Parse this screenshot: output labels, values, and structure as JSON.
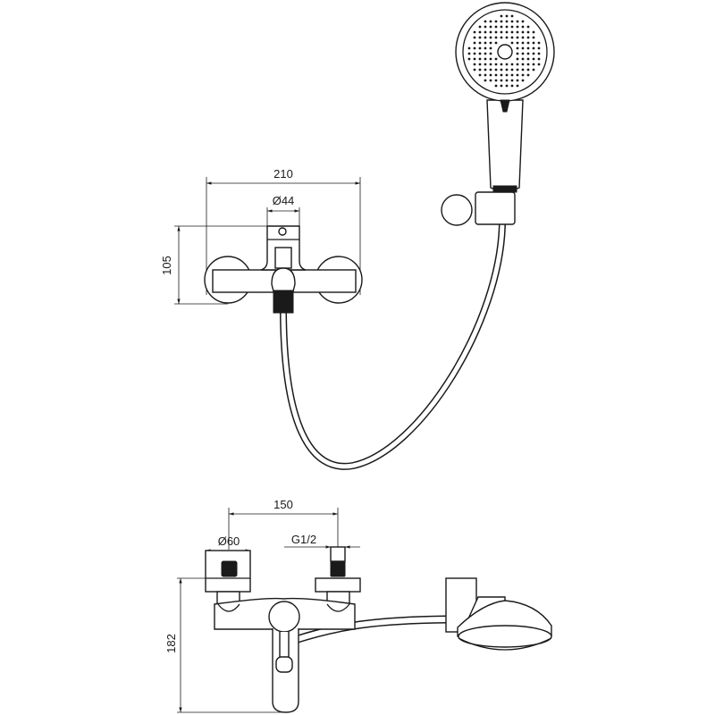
{
  "top_view": {
    "dim_width": "210",
    "dim_handle_diameter": "Ø44",
    "dim_height": "105"
  },
  "front_view": {
    "dim_centers": "150",
    "dim_flange_diameter": "Ø60",
    "dim_thread": "G1/2",
    "dim_depth": "182"
  },
  "colors": {
    "line": "#1a1a1a",
    "background": "#ffffff"
  }
}
